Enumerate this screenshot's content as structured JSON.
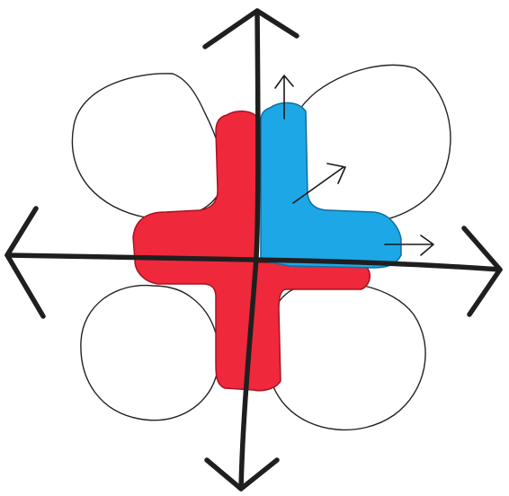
{
  "diagram": {
    "regions": [
      {
        "name": "red-region",
        "color": "#f0283c"
      },
      {
        "name": "blue-region",
        "color": "#1ea7e6"
      }
    ],
    "axes": {
      "stroke_color": "#1f1f1f"
    },
    "lobes": {
      "outline_color": "#222222",
      "count": 4
    },
    "vector_arrows": {
      "count": 3,
      "directions": [
        "up",
        "diagonal-up-right",
        "right"
      ]
    }
  }
}
